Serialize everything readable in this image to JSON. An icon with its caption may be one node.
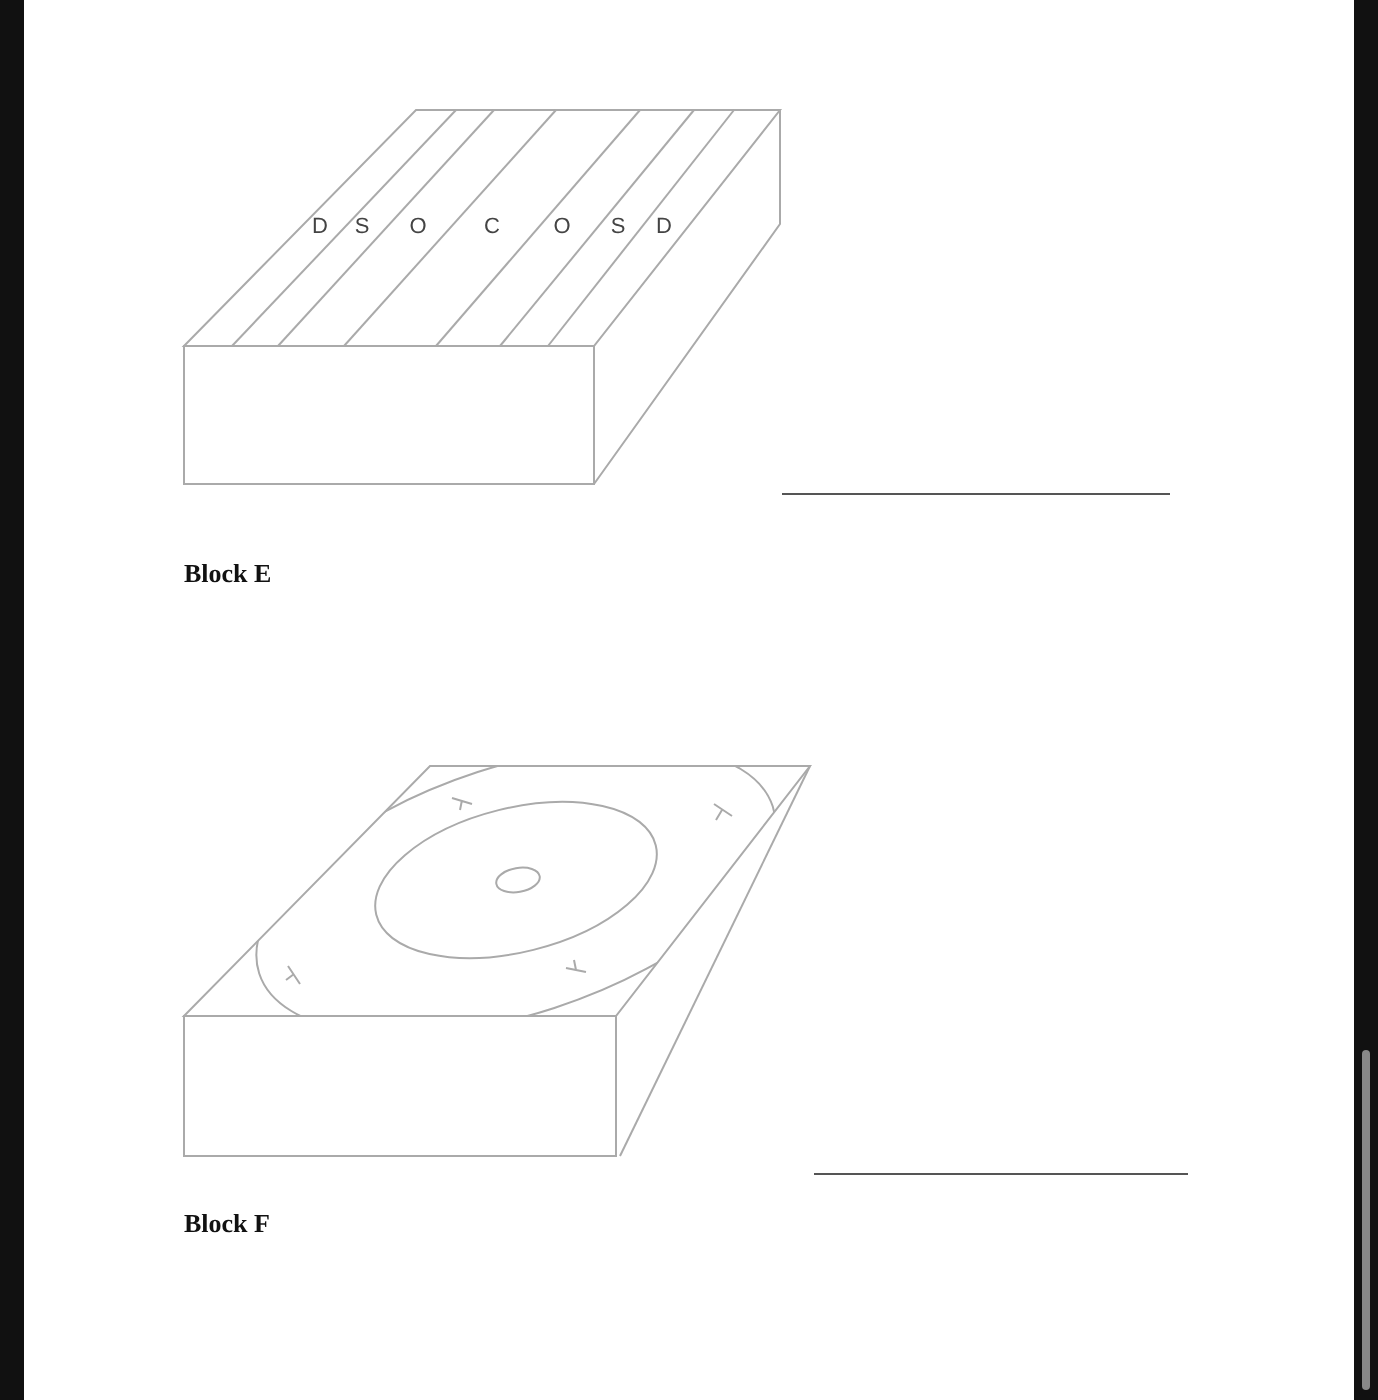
{
  "diagram": {
    "labels": [
      "D",
      "S",
      "O",
      "C",
      "O",
      "S",
      "D",
      "Block E",
      "Block F"
    ]
  }
}
